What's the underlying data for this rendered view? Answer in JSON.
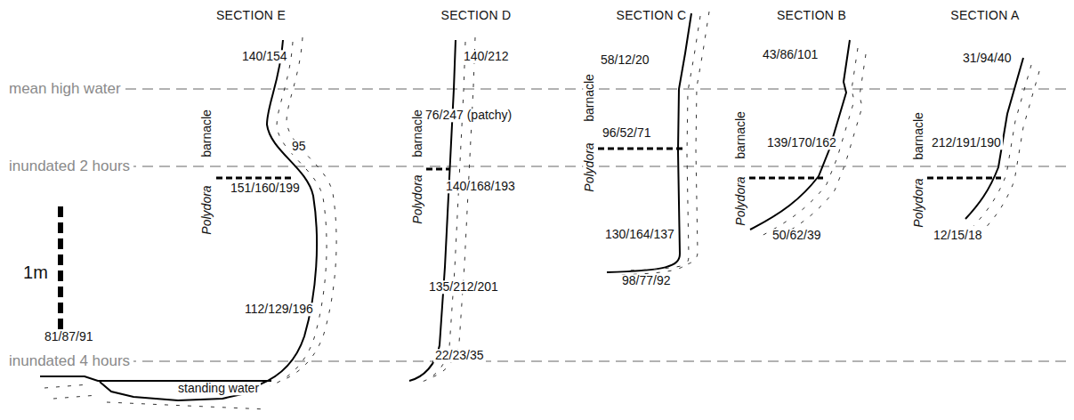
{
  "diagram": {
    "labels": [
      "SECTION E",
      "SECTION D",
      "SECTION C",
      "SECTION B",
      "SECTION A",
      "mean high water",
      "inundated 2 hours",
      "1m",
      "inundated 4 hours",
      "barnacle",
      "Polydora",
      "140/154",
      "95",
      "151/160/199",
      "112/129/196",
      "81/87/91",
      "standing water",
      "barnacle",
      "Polydora",
      "140/212",
      "76/247 (patchy)",
      "140/168/193",
      "135/212/201",
      "22/23/35",
      "barnacle",
      "Polydora",
      "58/12/20",
      "96/52/71",
      "130/164/137",
      "98/77/92",
      "barnacle",
      "Polydora",
      "43/86/101",
      "139/170/162",
      "50/62/39",
      "barnacle",
      "Polydora",
      "31/94/40",
      "212/191/190",
      "12/15/18"
    ]
  }
}
